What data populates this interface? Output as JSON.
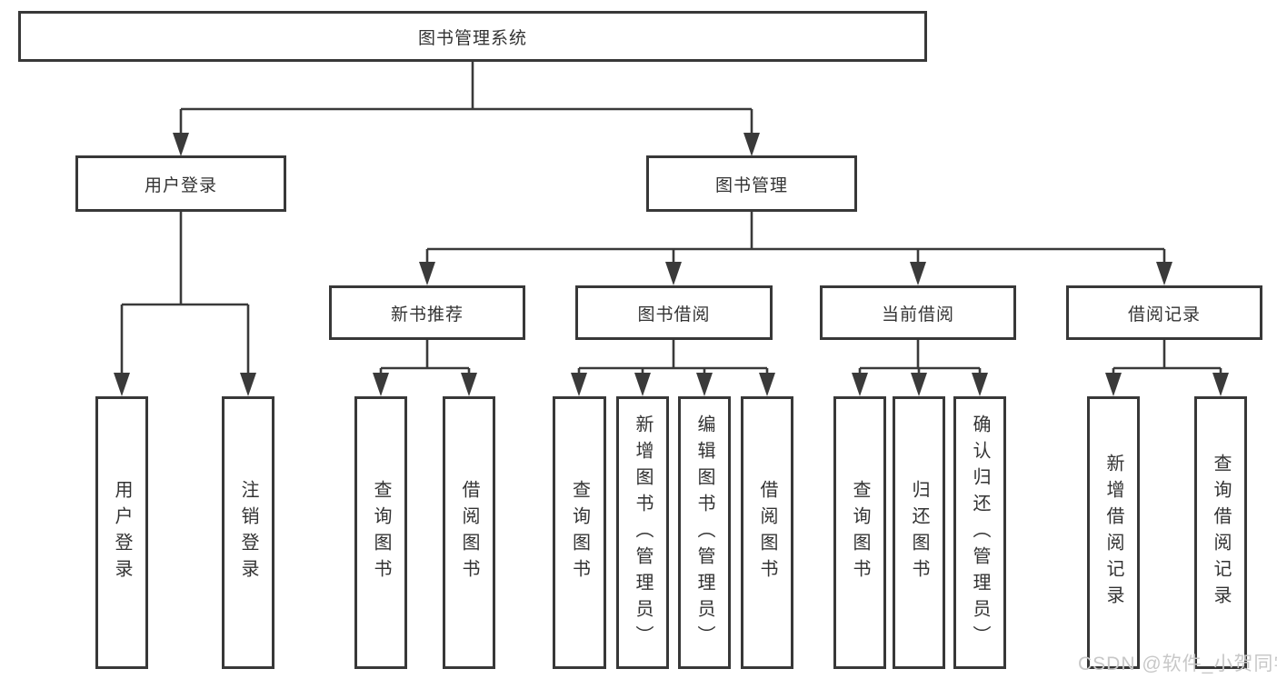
{
  "colors": {
    "background": "#ffffff",
    "line": "#3a3a3a",
    "box_border": "#383838",
    "text": "#333333",
    "watermark": "#c8c8c8"
  },
  "diagram": {
    "title": "图书管理系统",
    "branches": [
      {
        "label": "用户登录",
        "children": [
          "用户登录",
          "注销登录"
        ]
      },
      {
        "label": "图书管理",
        "groups": [
          {
            "label": "新书推荐",
            "children": [
              "查询图书",
              "借阅图书"
            ]
          },
          {
            "label": "图书借阅",
            "children": [
              "查询图书",
              "新增图书（管理员）",
              "编辑图书（管理员）",
              "借阅图书"
            ]
          },
          {
            "label": "当前借阅",
            "children": [
              "查询图书",
              "归还图书",
              "确认归还（管理员）"
            ]
          },
          {
            "label": "借阅记录",
            "children": [
              "新增借阅记录",
              "查询借阅记录"
            ]
          }
        ]
      }
    ]
  },
  "watermark": {
    "text": "CSDN @软件_小贺同学"
  }
}
